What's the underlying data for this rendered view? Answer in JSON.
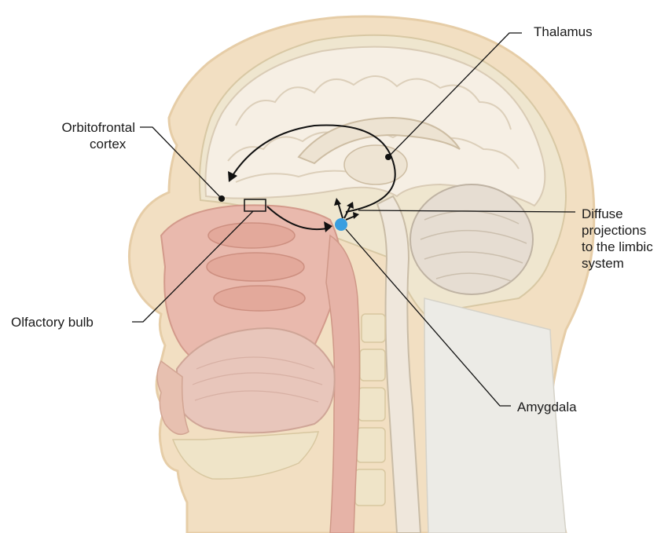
{
  "labels": {
    "orbitofrontal": [
      "Orbitofrontal",
      "cortex"
    ],
    "thalamus": "Thalamus",
    "diffuse": [
      "Diffuse",
      "projections",
      "to the limbic",
      "system"
    ],
    "olfactory": "Olfactory bulb",
    "amygdala": "Amygdala"
  },
  "colors": {
    "skin": "#f2dfc2",
    "brain": "#f6efe4",
    "mucosa": "#e9b9ad",
    "bone": "#efe6cf",
    "amygdala_dot": "#3a9ee0",
    "line": "#111111"
  }
}
